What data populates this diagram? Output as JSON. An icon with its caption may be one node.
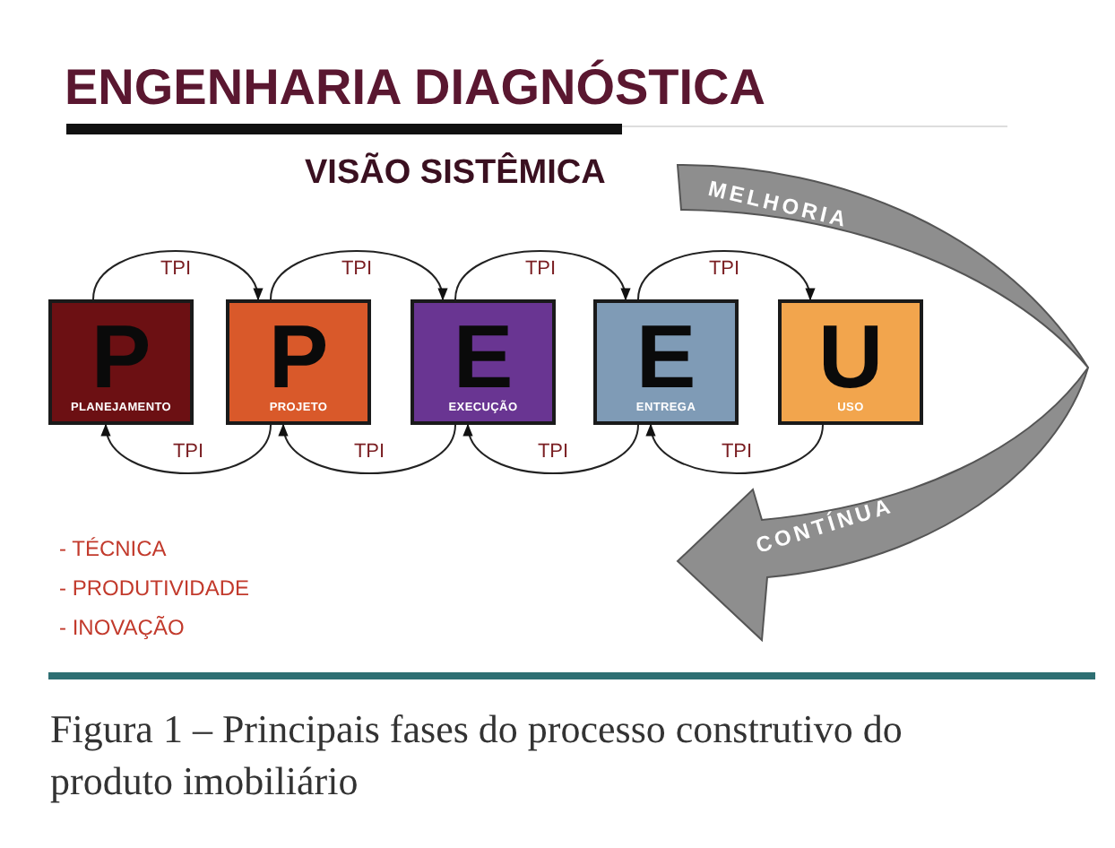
{
  "diagram": {
    "title": "ENGENHARIA DIAGNÓSTICA",
    "caption": "Figura 1 – Principais fases do processo construtivo do produto imobiliário",
    "nodes": [
      {
        "text": [
          "P",
          "PLANEJAMENTO"
        ]
      },
      {
        "text": [
          "P",
          "PROJETO"
        ]
      },
      {
        "text": [
          "E",
          "EXECUÇÃO"
        ]
      },
      {
        "text": [
          "E",
          "ENTREGA"
        ]
      },
      {
        "text": [
          "U",
          "USO"
        ]
      }
    ],
    "edges": [
      {
        "from": 0,
        "to": 1,
        "arrow": "to",
        "label": "TPI"
      },
      {
        "from": 1,
        "to": 2,
        "arrow": "to",
        "label": "TPI"
      },
      {
        "from": 2,
        "to": 3,
        "arrow": "to",
        "label": "TPI"
      },
      {
        "from": 3,
        "to": 4,
        "arrow": "to",
        "label": "TPI"
      },
      {
        "from": 1,
        "to": 0,
        "arrow": "to",
        "label": "TPI"
      },
      {
        "from": 2,
        "to": 1,
        "arrow": "to",
        "label": "TPI"
      },
      {
        "from": 3,
        "to": 2,
        "arrow": "to",
        "label": "TPI"
      },
      {
        "from": 4,
        "to": 3,
        "arrow": "to",
        "label": "TPI"
      }
    ],
    "labels": [
      "VISÃO SISTÊMICA",
      "MELHORIA",
      "CONTÍNUA",
      "- TÉCNICA",
      "- PRODUTIVIDADE",
      "- INOVAÇÃO"
    ]
  }
}
